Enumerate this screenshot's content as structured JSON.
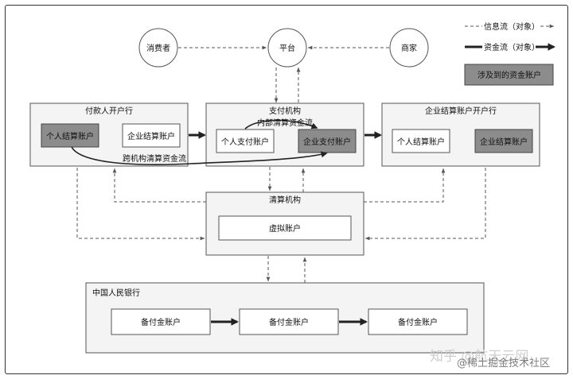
{
  "legend": {
    "info_flow": "信息流（对象）",
    "fund_flow": "资金流（对象）",
    "involved_account": "涉及到的资金账户"
  },
  "nodes": {
    "consumer": "消费者",
    "platform": "平台",
    "merchant": "商家"
  },
  "payer_bank": {
    "title": "付款人开户行",
    "personal_account": "个人结算账户",
    "enterprise_account": "企业结算账户"
  },
  "payment_institution": {
    "title": "支付机构",
    "personal_account": "个人支付账户",
    "enterprise_account": "企业支付账户"
  },
  "enterprise_bank": {
    "title": "企业结算账户开户行",
    "personal_account": "个人结算账户",
    "enterprise_account": "企业结算账户"
  },
  "flows": {
    "internal_clearing": "内部清算资金流",
    "cross_institution": "跨机构清算资金流"
  },
  "clearing": {
    "title": "清算机构",
    "virtual_account": "虚拟账户"
  },
  "pboc": {
    "title": "中国人民银行",
    "reserve_1": "备付金账户",
    "reserve_2": "备付金账户",
    "reserve_3": "备付金账户"
  },
  "watermark": {
    "line1": "知乎 @航天云网",
    "line2": "@稀土掘金技术社区"
  }
}
